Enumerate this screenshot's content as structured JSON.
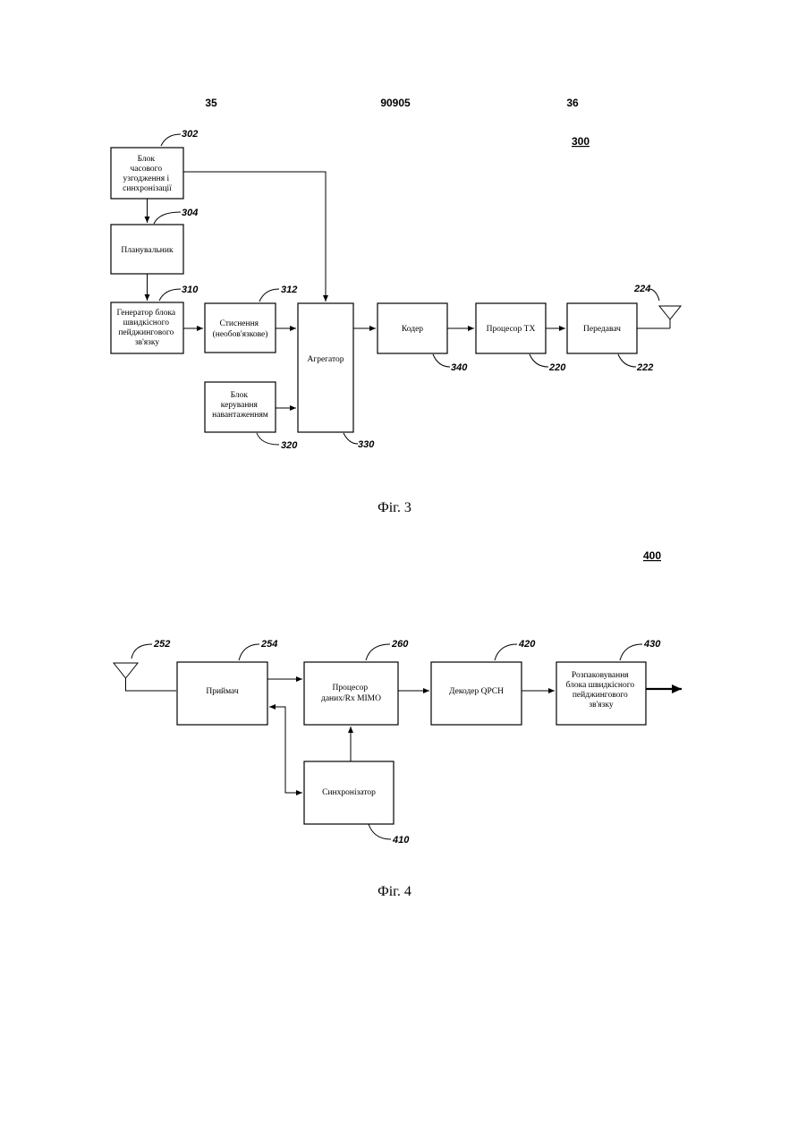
{
  "header": {
    "left_page": "35",
    "doc_number": "90905",
    "right_page": "36"
  },
  "fig3": {
    "id_label": "300",
    "caption": "Фіг. 3",
    "blocks": {
      "timing": {
        "ref": "302",
        "lines": [
          "Блок",
          "часового",
          "узгодження і",
          "синхронізації"
        ]
      },
      "scheduler": {
        "ref": "304",
        "lines": [
          "Планувальник"
        ]
      },
      "generator": {
        "ref": "310",
        "lines": [
          "Генератор блока",
          "швидкісного",
          "пейджингового",
          "зв'язку"
        ]
      },
      "compress": {
        "ref": "312",
        "lines": [
          "Стиснення",
          "(необов'язкове)"
        ]
      },
      "load": {
        "ref": "320",
        "lines": [
          "Блок",
          "керування",
          "навантаженням"
        ]
      },
      "aggregator": {
        "ref": "330",
        "lines": [
          "Агрегатор"
        ]
      },
      "encoder": {
        "ref": "340",
        "lines": [
          "Кодер"
        ]
      },
      "tx_proc": {
        "ref": "220",
        "lines": [
          "Процесор TX"
        ]
      },
      "transmitter": {
        "ref": "222",
        "lines": [
          "Передавач"
        ]
      },
      "antenna": {
        "ref": "224"
      }
    }
  },
  "fig4": {
    "id_label": "400",
    "caption": "Фіг. 4",
    "blocks": {
      "antenna": {
        "ref": "252"
      },
      "receiver": {
        "ref": "254",
        "lines": [
          "Приймач"
        ]
      },
      "rx_proc": {
        "ref": "260",
        "lines": [
          "Процесор",
          "даних/Rx MIMO"
        ]
      },
      "decoder": {
        "ref": "420",
        "lines": [
          "Декодер QPCH"
        ]
      },
      "unpack": {
        "ref": "430",
        "lines": [
          "Розпаковування",
          "блока швидкісного",
          "пейджингового",
          "зв'язку"
        ]
      },
      "sync": {
        "ref": "410",
        "lines": [
          "Синхронізатор"
        ]
      }
    }
  }
}
